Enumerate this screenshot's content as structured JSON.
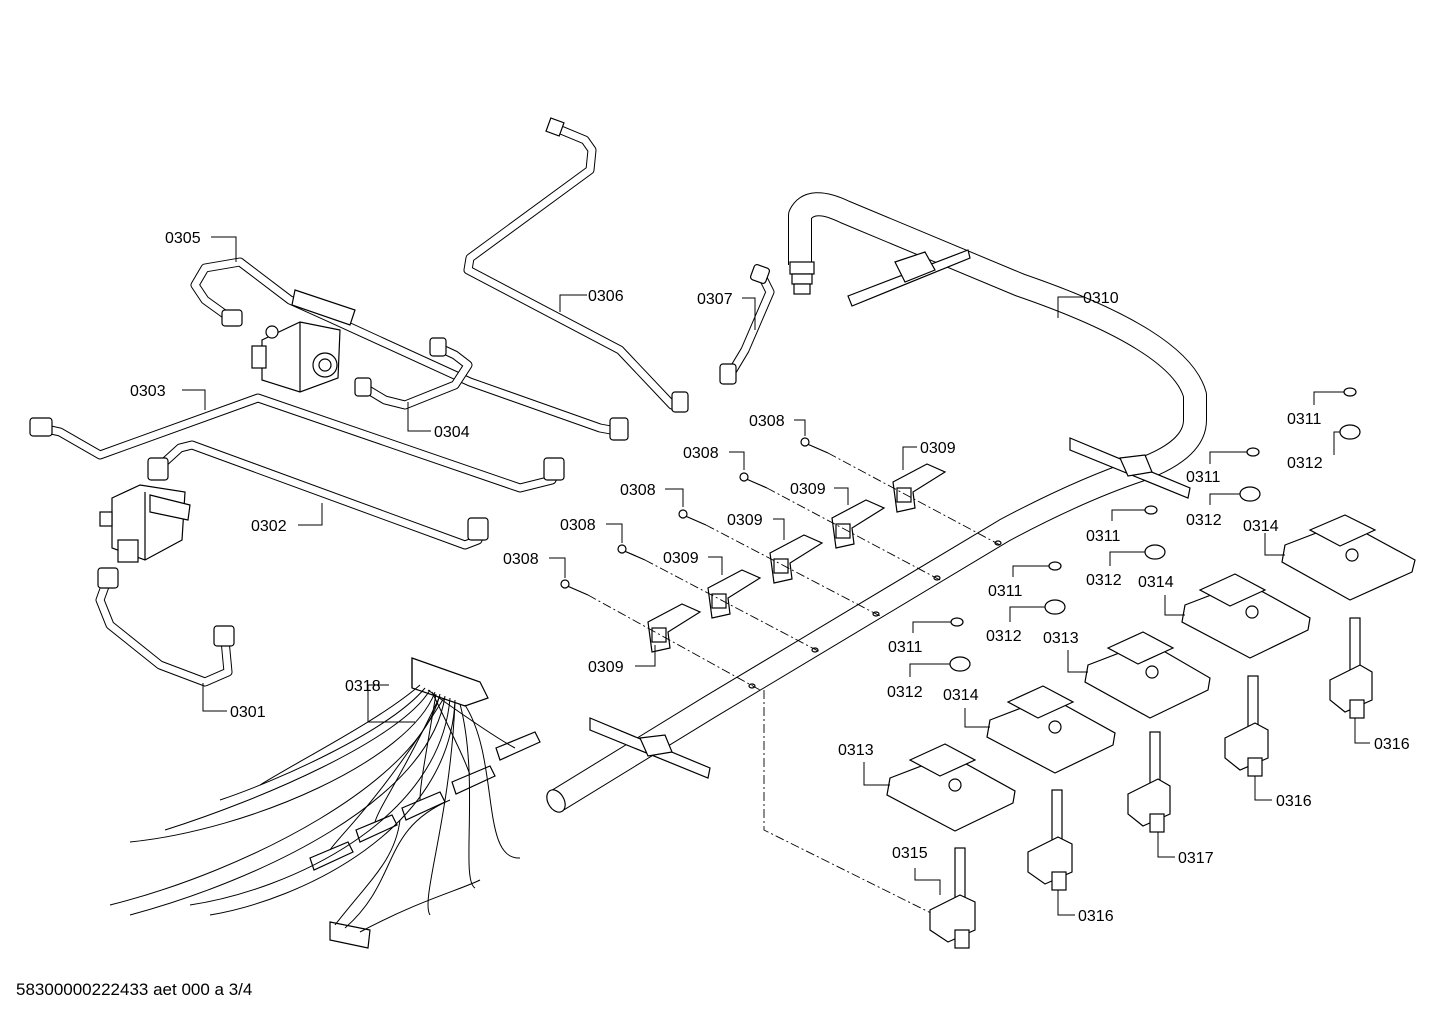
{
  "labels": {
    "p0301": "0301",
    "p0302": "0302",
    "p0303": "0303",
    "p0304": "0304",
    "p0305": "0305",
    "p0306": "0306",
    "p0307": "0307",
    "p0308": "0308",
    "p0309": "0309",
    "p0310": "0310",
    "p0311": "0311",
    "p0312": "0312",
    "p0313": "0313",
    "p0314": "0314",
    "p0315": "0315",
    "p0316": "0316",
    "p0317": "0317",
    "p0318": "0318"
  },
  "footer": {
    "reference": "58300000222433 aet 000 a 3/4"
  }
}
